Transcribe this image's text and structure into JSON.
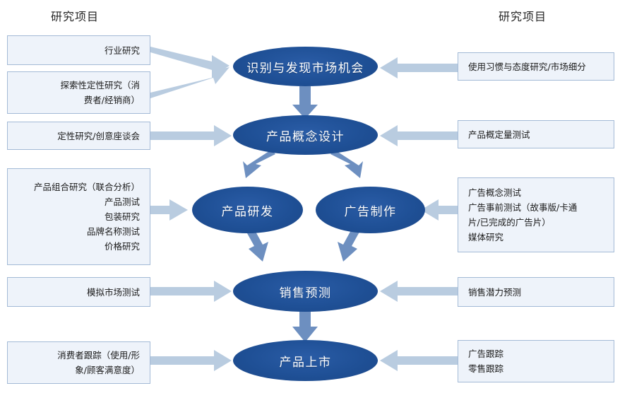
{
  "colors": {
    "node_fill": "#1f5096",
    "box_fill": "#eef3fa",
    "box_border": "#a3bad6",
    "arrow_light": "#b9cce0",
    "arrow_strong": "#6d8fc0",
    "text": "#1a1a1a",
    "title": "#262626"
  },
  "headers": {
    "left_title": "研究项目",
    "right_title": "研究项目"
  },
  "nodes": [
    {
      "id": "opportunity",
      "label": "识别与发现市场机会"
    },
    {
      "id": "concept-design",
      "label": "产品概念设计"
    },
    {
      "id": "product-rd",
      "label": "产品研发"
    },
    {
      "id": "ad-production",
      "label": "广告制作"
    },
    {
      "id": "sales-forecast",
      "label": "销售预测"
    },
    {
      "id": "product-launch",
      "label": "产品上市"
    }
  ],
  "left_boxes": [
    {
      "id": "industry-research",
      "lines": [
        "行业研究"
      ]
    },
    {
      "id": "exploratory-qualitative",
      "lines": [
        "探索性定性研究（消",
        "费者/经销商）"
      ]
    },
    {
      "id": "qualitative-ideation",
      "lines": [
        "定性研究/创意座谈会"
      ]
    },
    {
      "id": "product-mix-research",
      "lines": [
        "产品组合研究（联合分析）",
        "产品测试",
        "包装研究",
        "品牌名称测试",
        "价格研究"
      ]
    },
    {
      "id": "simulated-test-market",
      "lines": [
        "模拟市场测试"
      ]
    },
    {
      "id": "consumer-tracking",
      "lines": [
        "消费者跟踪（使用/形",
        "象/顾客满意度）"
      ]
    }
  ],
  "right_boxes": [
    {
      "id": "usage-attitude-segmentation",
      "lines": [
        "使用习惯与态度研究/市场细分"
      ]
    },
    {
      "id": "concept-quant-test",
      "lines": [
        "产品概定量测试"
      ]
    },
    {
      "id": "advertising-research",
      "lines": [
        "广告概念测试",
        "广告事前测试（故事版/卡通",
        "片/已完成的广告片）",
        "媒体研究"
      ]
    },
    {
      "id": "sales-potential-forecast",
      "lines": [
        "销售潜力预测"
      ]
    },
    {
      "id": "launch-tracking",
      "lines": [
        "广告跟踪",
        "零售跟踪"
      ]
    }
  ]
}
